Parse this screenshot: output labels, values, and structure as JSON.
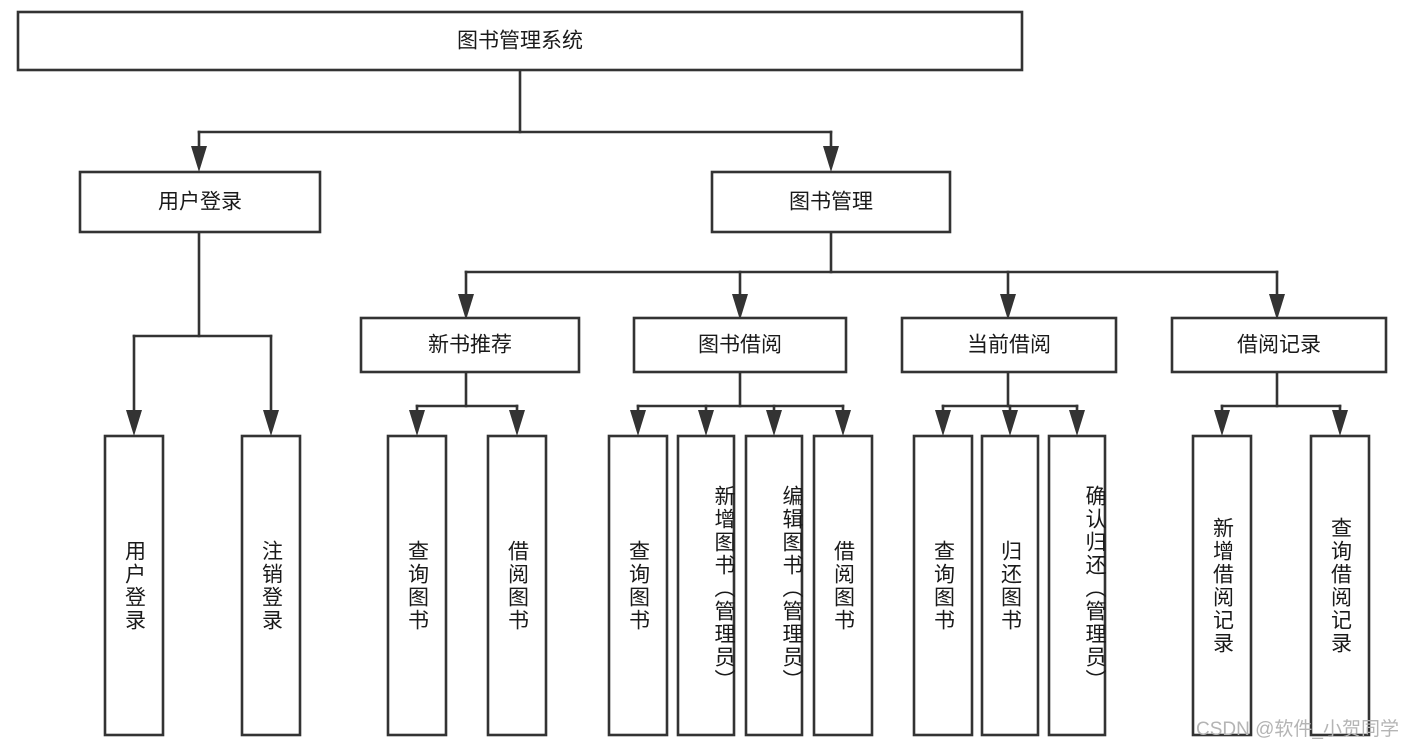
{
  "diagram": {
    "type": "hierarchy-tree",
    "title": "图书管理系统",
    "levels": 4,
    "root": {
      "id": "root",
      "label": "图书管理系统",
      "orientation": "horizontal"
    },
    "level2": [
      {
        "id": "user-login",
        "label": "用户登录",
        "orientation": "horizontal"
      },
      {
        "id": "book-management",
        "label": "图书管理",
        "orientation": "horizontal"
      }
    ],
    "level3": [
      {
        "id": "new-book-recommend",
        "label": "新书推荐",
        "orientation": "horizontal",
        "parent": "book-management"
      },
      {
        "id": "book-borrow",
        "label": "图书借阅",
        "orientation": "horizontal",
        "parent": "book-management"
      },
      {
        "id": "current-borrow",
        "label": "当前借阅",
        "orientation": "horizontal",
        "parent": "book-management"
      },
      {
        "id": "borrow-record",
        "label": "借阅记录",
        "orientation": "horizontal",
        "parent": "book-management"
      }
    ],
    "leaves": [
      {
        "id": "leaf-user-login",
        "label": "用户登录",
        "orientation": "vertical",
        "parent": "user-login"
      },
      {
        "id": "leaf-logout-login",
        "label": "注销登录",
        "orientation": "vertical",
        "parent": "user-login"
      },
      {
        "id": "leaf-query-book-1",
        "label": "查询图书",
        "orientation": "vertical",
        "parent": "new-book-recommend"
      },
      {
        "id": "leaf-borrow-book-1",
        "label": "借阅图书",
        "orientation": "vertical",
        "parent": "new-book-recommend"
      },
      {
        "id": "leaf-query-book-2",
        "label": "查询图书",
        "orientation": "vertical",
        "parent": "book-borrow"
      },
      {
        "id": "leaf-add-book",
        "label": "新增图书（管理员）",
        "orientation": "vertical",
        "parent": "book-borrow"
      },
      {
        "id": "leaf-edit-book",
        "label": "编辑图书（管理员）",
        "orientation": "vertical",
        "parent": "book-borrow"
      },
      {
        "id": "leaf-borrow-book-2",
        "label": "借阅图书",
        "orientation": "vertical",
        "parent": "book-borrow"
      },
      {
        "id": "leaf-query-book-3",
        "label": "查询图书",
        "orientation": "vertical",
        "parent": "current-borrow"
      },
      {
        "id": "leaf-return-book",
        "label": "归还图书",
        "orientation": "vertical",
        "parent": "current-borrow"
      },
      {
        "id": "leaf-confirm-return",
        "label": "确认归还（管理员）",
        "orientation": "vertical",
        "parent": "current-borrow"
      },
      {
        "id": "leaf-add-record",
        "label": "新增借阅记录",
        "orientation": "vertical",
        "parent": "borrow-record"
      },
      {
        "id": "leaf-query-record",
        "label": "查询借阅记录",
        "orientation": "vertical",
        "parent": "borrow-record"
      }
    ],
    "colors": {
      "stroke": "#333333",
      "box_fill": "#ffffff",
      "text": "#1a1a1a",
      "background": "#ffffff",
      "watermark": "#b4b4b4"
    }
  },
  "watermark": {
    "text": "CSDN @软件_小贺同学"
  }
}
